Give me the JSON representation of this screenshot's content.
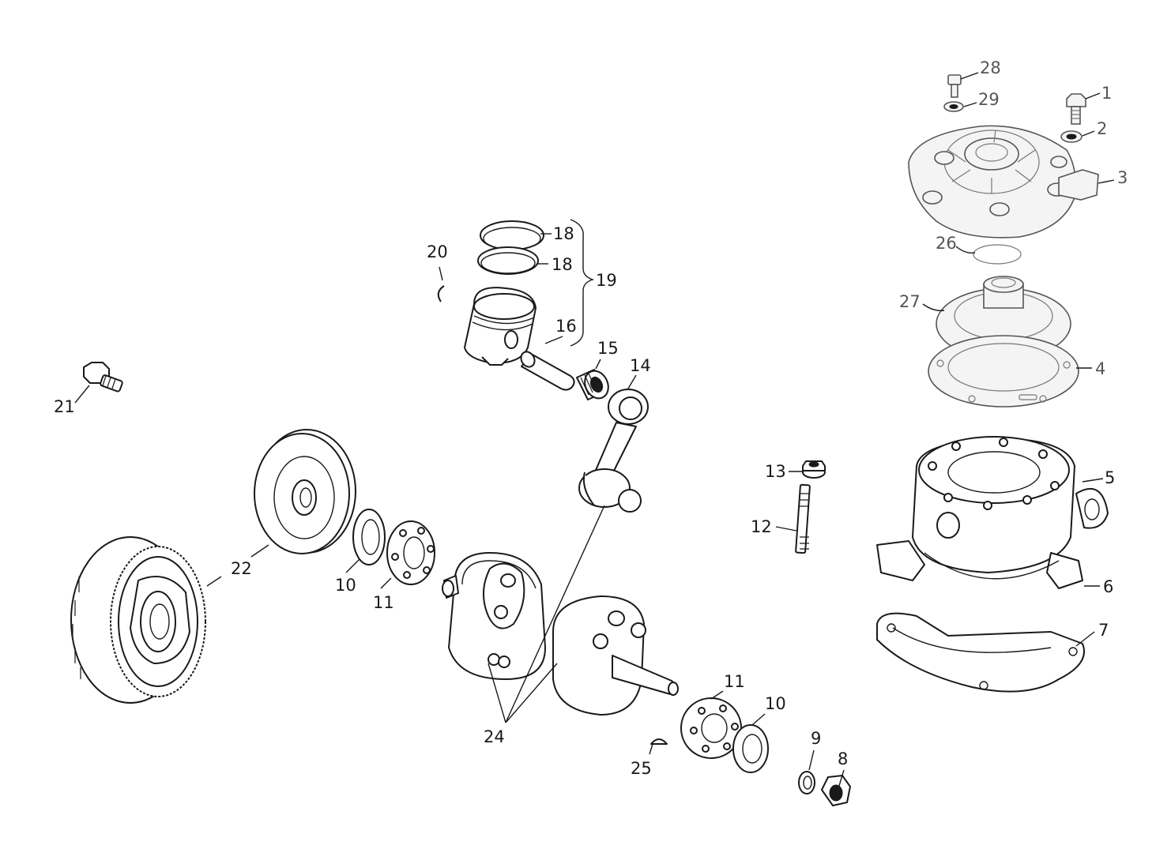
{
  "diagram": {
    "labels": [
      {
        "id": "1",
        "text": "1"
      },
      {
        "id": "2",
        "text": "2"
      },
      {
        "id": "3",
        "text": "3"
      },
      {
        "id": "4",
        "text": "4"
      },
      {
        "id": "5",
        "text": "5"
      },
      {
        "id": "6",
        "text": "6"
      },
      {
        "id": "7",
        "text": "7"
      },
      {
        "id": "8",
        "text": "8"
      },
      {
        "id": "9",
        "text": "9"
      },
      {
        "id": "10a",
        "text": "10"
      },
      {
        "id": "10b",
        "text": "10"
      },
      {
        "id": "11a",
        "text": "11"
      },
      {
        "id": "11b",
        "text": "11"
      },
      {
        "id": "12",
        "text": "12"
      },
      {
        "id": "13",
        "text": "13"
      },
      {
        "id": "14",
        "text": "14"
      },
      {
        "id": "15",
        "text": "15"
      },
      {
        "id": "16",
        "text": "16"
      },
      {
        "id": "18a",
        "text": "18"
      },
      {
        "id": "18b",
        "text": "18"
      },
      {
        "id": "19",
        "text": "19"
      },
      {
        "id": "20",
        "text": "20"
      },
      {
        "id": "21",
        "text": "21"
      },
      {
        "id": "22",
        "text": "22"
      },
      {
        "id": "24",
        "text": "24"
      },
      {
        "id": "25",
        "text": "25"
      },
      {
        "id": "26",
        "text": "26"
      },
      {
        "id": "27",
        "text": "27"
      },
      {
        "id": "28",
        "text": "28"
      },
      {
        "id": "29",
        "text": "29"
      }
    ]
  }
}
